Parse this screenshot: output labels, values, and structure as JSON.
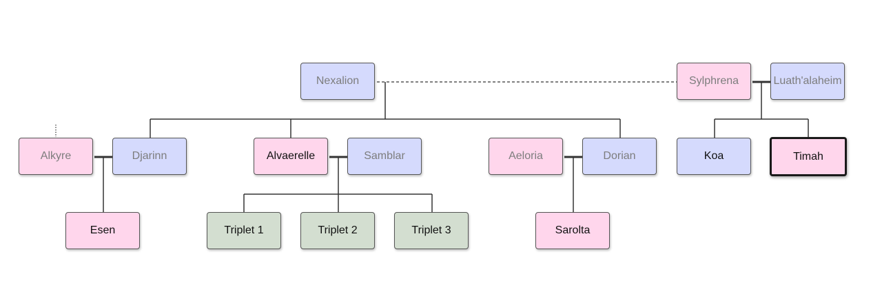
{
  "tree": {
    "nodes": {
      "nexalion": "Nexalion",
      "sylphrena": "Sylphrena",
      "luath": "Luath'alaheim",
      "alkyre": "Alkyre",
      "djarinn": "Djarinn",
      "alvaerelle": "Alvaerelle",
      "samblar": "Samblar",
      "aeloria": "Aeloria",
      "dorian": "Dorian",
      "koa": "Koa",
      "timah": "Timah",
      "esen": "Esen",
      "triplet1": "Triplet 1",
      "triplet2": "Triplet 2",
      "triplet3": "Triplet 3",
      "sarolta": "Sarolta"
    }
  },
  "colors": {
    "female": "#ffd6ec",
    "male": "#d5dafd",
    "triplet": "#d3ded0",
    "line": "#333333",
    "dimmed_text": "#7d7d7d"
  },
  "selected_node": "Timah"
}
